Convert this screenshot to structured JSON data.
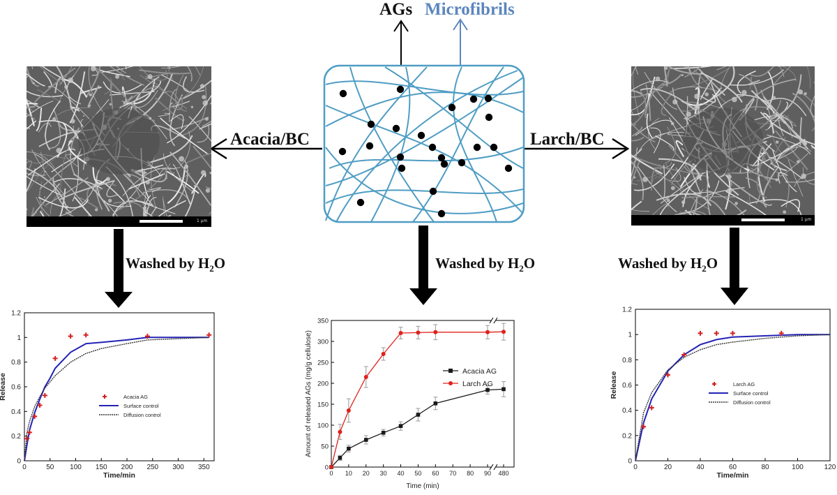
{
  "labels": {
    "ags": "AGs",
    "microfibrils": "Microfibrils",
    "acacia_bc": "Acacia/BC",
    "larch_bc": "Larch/BC",
    "washed": "Washed by H",
    "washed_sub": "2",
    "washed_tail": "O",
    "scale": "1 μm"
  },
  "colors": {
    "fibril": "#4f9dc4",
    "microfibril_label": "#5b86bd",
    "acacia_series": "#1a1a1a",
    "larch_series": "#e0211b",
    "surface_control": "#2323b5",
    "diffusion_control": "#333333",
    "release_points": "#d42020"
  },
  "chart_data": [
    {
      "type": "scatter",
      "id": "left",
      "title": "",
      "xlabel": "Time/min",
      "ylabel": "Release",
      "xlim": [
        0,
        370
      ],
      "ylim": [
        0,
        1.2
      ],
      "xticks": [
        0,
        50,
        100,
        150,
        200,
        250,
        300,
        350
      ],
      "yticks": [
        0,
        0.2,
        0.4,
        0.6,
        0.8,
        1,
        1.2
      ],
      "legend": [
        "Acacia AG",
        "Surface control",
        "Diffusion control"
      ],
      "series": [
        {
          "name": "Acacia AG",
          "mode": "markers",
          "x": [
            5,
            10,
            20,
            30,
            40,
            60,
            90,
            120,
            240,
            360
          ],
          "y": [
            0.18,
            0.23,
            0.36,
            0.45,
            0.53,
            0.83,
            1.01,
            1.02,
            1.01,
            1.02
          ]
        },
        {
          "name": "Surface control",
          "mode": "line",
          "x": [
            0,
            5,
            10,
            20,
            30,
            40,
            50,
            60,
            90,
            120,
            150,
            200,
            240,
            300,
            360
          ],
          "y": [
            0,
            0.13,
            0.25,
            0.39,
            0.5,
            0.6,
            0.67,
            0.75,
            0.88,
            0.95,
            0.96,
            0.98,
            1.0,
            1.0,
            1.0
          ]
        },
        {
          "name": "Diffusion control",
          "mode": "line",
          "x": [
            0,
            5,
            10,
            20,
            30,
            40,
            60,
            90,
            120,
            150,
            200,
            240,
            300,
            360
          ],
          "y": [
            0,
            0.23,
            0.32,
            0.44,
            0.52,
            0.59,
            0.69,
            0.8,
            0.87,
            0.91,
            0.95,
            0.98,
            0.99,
            1.0
          ]
        }
      ]
    },
    {
      "type": "line",
      "id": "middle",
      "title": "",
      "xlabel": "Time (min)",
      "ylabel": "Amount of released AGs (mg/g cellulose)",
      "xticks": [
        "0",
        "10",
        "20",
        "30",
        "40",
        "50",
        "60",
        "70",
        "80",
        "90",
        "480"
      ],
      "axis_break": "between 90 and 480",
      "ylim": [
        0,
        350
      ],
      "yticks": [
        0,
        50,
        100,
        150,
        200,
        250,
        300,
        350
      ],
      "legend": [
        "Acacia AG",
        "Larch AG"
      ],
      "series": [
        {
          "name": "Acacia AG",
          "x": [
            "0",
            "5",
            "10",
            "20",
            "30",
            "40",
            "50",
            "60",
            "90",
            "480"
          ],
          "y": [
            0,
            22,
            44,
            65,
            82,
            98,
            125,
            152,
            184,
            186
          ],
          "err": [
            0,
            6,
            8,
            10,
            8,
            10,
            15,
            15,
            10,
            18
          ]
        },
        {
          "name": "Larch AG",
          "x": [
            "0",
            "5",
            "10",
            "20",
            "30",
            "40",
            "50",
            "60",
            "90",
            "480"
          ],
          "y": [
            0,
            84,
            135,
            215,
            270,
            320,
            321,
            322,
            322,
            323
          ],
          "err": [
            0,
            18,
            28,
            25,
            15,
            14,
            15,
            18,
            16,
            20
          ]
        }
      ]
    },
    {
      "type": "scatter",
      "id": "right",
      "title": "",
      "xlabel": "Time/min",
      "ylabel": "Release",
      "xlim": [
        0,
        120
      ],
      "ylim": [
        0,
        1.2
      ],
      "xticks": [
        0,
        20,
        40,
        60,
        80,
        100,
        120
      ],
      "yticks": [
        0,
        0.2,
        0.4,
        0.6,
        0.8,
        1,
        1.2
      ],
      "legend": [
        "Larch AG",
        "Surface control",
        "Diffusion control"
      ],
      "series": [
        {
          "name": "Larch AG",
          "mode": "markers",
          "x": [
            5,
            10,
            20,
            30,
            40,
            50,
            60,
            90
          ],
          "y": [
            0.27,
            0.42,
            0.68,
            0.84,
            1.01,
            1.01,
            1.01,
            1.01
          ]
        },
        {
          "name": "Surface control",
          "mode": "line",
          "x": [
            0,
            5,
            10,
            20,
            30,
            40,
            50,
            60,
            80,
            100,
            120
          ],
          "y": [
            0,
            0.3,
            0.49,
            0.71,
            0.84,
            0.92,
            0.96,
            0.98,
            0.99,
            1.0,
            1.0
          ]
        },
        {
          "name": "Diffusion control",
          "mode": "line",
          "x": [
            0,
            5,
            10,
            20,
            30,
            40,
            50,
            60,
            80,
            100,
            120
          ],
          "y": [
            0,
            0.38,
            0.54,
            0.72,
            0.82,
            0.88,
            0.92,
            0.94,
            0.97,
            0.99,
            1.0
          ]
        }
      ]
    }
  ]
}
